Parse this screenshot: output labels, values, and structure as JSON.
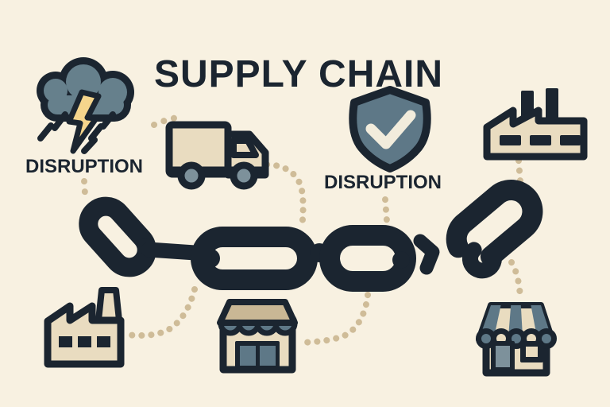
{
  "title": "SUPPLY CHAIN",
  "labels": {
    "left": "DISRUPTION",
    "center": "DISRUPTION"
  },
  "colors": {
    "bg": "#f8f1e1",
    "ink": "#1b2530",
    "slate": "#5e7887",
    "cloud": "#66808c",
    "cream": "#e9dcc0",
    "tan": "#c9b795",
    "gold": "#f5d58c",
    "dot": "#cfbc98",
    "wheel": "#7d919b",
    "check": "#f2ecdc"
  },
  "icons": [
    {
      "name": "storm-cloud-icon",
      "glyph": "storm cloud with lightning bolt and rain"
    },
    {
      "name": "truck-icon",
      "glyph": "delivery box truck"
    },
    {
      "name": "shield-check-icon",
      "glyph": "shield with checkmark"
    },
    {
      "name": "factory-top-right-icon",
      "glyph": "factory with two chimneys"
    },
    {
      "name": "factory-bottom-left-icon",
      "glyph": "factory with one chimney"
    },
    {
      "name": "store-middle-icon",
      "glyph": "storefront with awning"
    },
    {
      "name": "store-right-icon",
      "glyph": "storefront with striped awning"
    },
    {
      "name": "broken-chain-icon",
      "glyph": "chain with broken last link"
    }
  ]
}
